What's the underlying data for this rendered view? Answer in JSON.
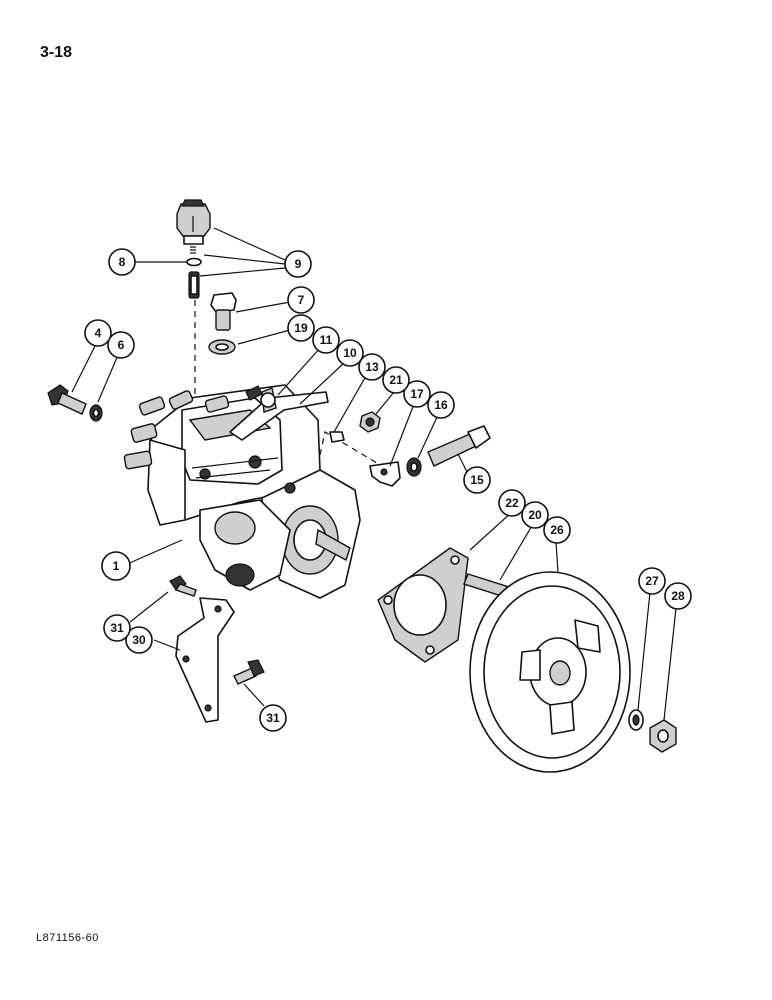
{
  "page": {
    "number": "3-18",
    "reference_code": "L871156-60"
  },
  "callouts": [
    {
      "id": "c1",
      "label": "1"
    },
    {
      "id": "c4",
      "label": "4"
    },
    {
      "id": "c6",
      "label": "6"
    },
    {
      "id": "c7",
      "label": "7"
    },
    {
      "id": "c8",
      "label": "8"
    },
    {
      "id": "c9",
      "label": "9"
    },
    {
      "id": "c10",
      "label": "10"
    },
    {
      "id": "c11",
      "label": "11"
    },
    {
      "id": "c13",
      "label": "13"
    },
    {
      "id": "c15",
      "label": "15"
    },
    {
      "id": "c16",
      "label": "16"
    },
    {
      "id": "c17",
      "label": "17"
    },
    {
      "id": "c19",
      "label": "19"
    },
    {
      "id": "c20",
      "label": "20"
    },
    {
      "id": "c21",
      "label": "21"
    },
    {
      "id": "c22",
      "label": "22"
    },
    {
      "id": "c26",
      "label": "26"
    },
    {
      "id": "c27",
      "label": "27"
    },
    {
      "id": "c28",
      "label": "28"
    },
    {
      "id": "c30",
      "label": "30"
    },
    {
      "id": "c31a",
      "label": "31"
    },
    {
      "id": "c31b",
      "label": "31"
    }
  ]
}
